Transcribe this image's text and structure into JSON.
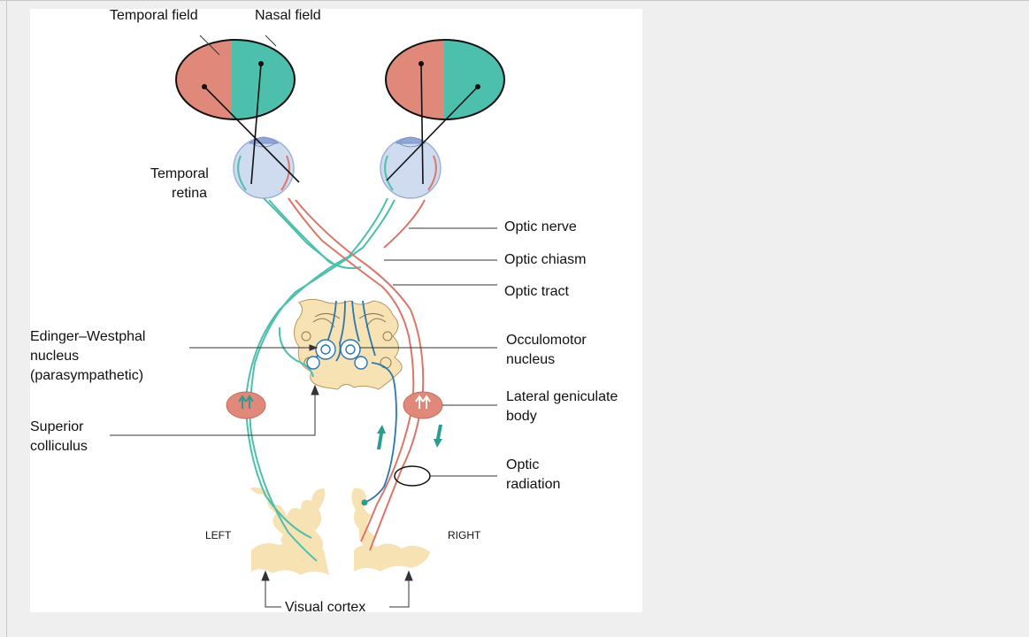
{
  "diagram": {
    "labels": {
      "temporal_field": "Temporal field",
      "nasal_field": "Nasal field",
      "temporal_retina_1": "Temporal",
      "temporal_retina_2": "retina",
      "optic_nerve": "Optic nerve",
      "optic_chiasm": "Optic chiasm",
      "optic_tract": "Optic tract",
      "edinger_1": "Edinger–Westphal",
      "edinger_2": "nucleus",
      "edinger_3": "(parasympathetic)",
      "occulomotor_1": "Occulomotor",
      "occulomotor_2": "nucleus",
      "lgb_1": "Lateral geniculate",
      "lgb_2": "body",
      "superior_1": "Superior",
      "superior_2": "colliculus",
      "radiation_1": "Optic",
      "radiation_2": "radiation",
      "left": "LEFT",
      "right": "RIGHT",
      "visual_cortex": "Visual cortex"
    },
    "colors": {
      "temporal_field": "#e0897a",
      "nasal_field": "#4dbfad",
      "left_pathway": "#4dbfad",
      "right_pathway": "#d9786a",
      "brainstem": "#f7e2b4",
      "cortex": "#f7e2b4",
      "nucleus": "#2a77b0",
      "eyeball": "#cfdcf0"
    }
  }
}
